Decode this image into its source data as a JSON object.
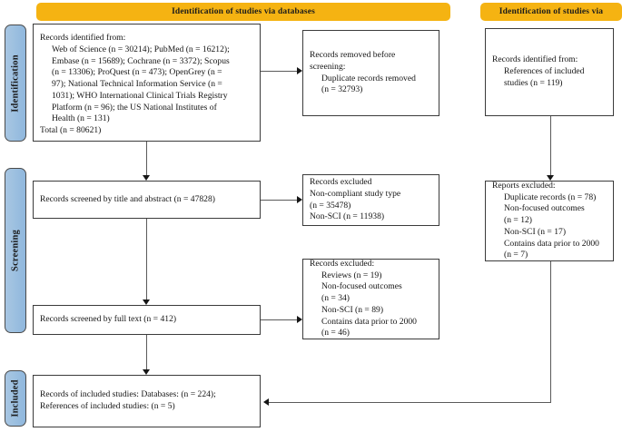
{
  "diagram": {
    "title": "PRISMA flow diagram",
    "accent_banner_color": "#f5b312",
    "rail_color": "#9dc0e0",
    "box_border_color": "#3b3b3b"
  },
  "banners": [
    {
      "id": "databases",
      "label": "Identification of studies via databases"
    },
    {
      "id": "other",
      "label": "Identification of studies via"
    }
  ],
  "rails": [
    {
      "id": "identification",
      "label": "Identification"
    },
    {
      "id": "screening",
      "label": "Screening"
    },
    {
      "id": "included",
      "label": "Included"
    }
  ],
  "boxes": {
    "identified_databases": {
      "name": "records-identified-databases",
      "lines": [
        "Records identified from:",
        "Web of Science (n = 30214); PubMed (n = 16212);",
        "Embase (n = 15689); Cochrane (n = 3372); Scopus",
        "(n = 13306); ProQuest (n = 473); OpenGrey (n =",
        "97); National Technical Information Service (n =",
        "1031); WHO International Clinical Trials Registry",
        "Platform (n = 96); the US National Institutes of",
        "Health (n = 131)",
        "Total (n = 80621)"
      ]
    },
    "removed_before_screening": {
      "name": "records-removed-before-screening",
      "lines": [
        "Records removed before",
        "screening:",
        "Duplicate records removed",
        "(n = 32793)"
      ]
    },
    "identified_other": {
      "name": "records-identified-other-methods",
      "lines": [
        "Records identified from:",
        "References of included",
        "studies (n = 119)"
      ]
    },
    "screened_title_abstract": {
      "name": "records-screened-title-abstract",
      "lines": [
        "Records screened by title and abstract (n = 47828)"
      ]
    },
    "excluded_title_abstract": {
      "name": "records-excluded-title-abstract",
      "lines": [
        "Records excluded",
        "Non-compliant study type",
        "(n = 35478)",
        "Non-SCI (n = 11938)"
      ]
    },
    "reports_excluded_other": {
      "name": "reports-excluded-other-methods",
      "lines": [
        "Reports excluded:",
        "Duplicate records (n = 78)",
        "Non-focused outcomes",
        "(n = 12)",
        "Non-SCI (n = 17)",
        "Contains data prior to 2000",
        "(n = 7)"
      ]
    },
    "screened_full_text": {
      "name": "records-screened-full-text",
      "lines": [
        "Records screened by full text (n = 412)"
      ]
    },
    "excluded_full_text": {
      "name": "records-excluded-full-text",
      "lines": [
        "Records excluded:",
        "Reviews (n = 19)",
        "Non-focused outcomes",
        "(n = 34)",
        "Non-SCI (n = 89)",
        "Contains data prior to 2000",
        "(n = 46)"
      ]
    },
    "included_studies": {
      "name": "records-of-included-studies",
      "lines": [
        "Records of included studies: Databases: (n = 224);",
        "References of included studies: (n = 5)"
      ]
    }
  },
  "chart_data": {
    "type": "diagram",
    "title": "PRISMA flow diagram",
    "nodes": [
      {
        "id": "identified_databases",
        "stage": "Identification",
        "n_total": 80621,
        "sources": [
          {
            "name": "Web of Science",
            "n": 30214
          },
          {
            "name": "PubMed",
            "n": 16212
          },
          {
            "name": "Embase",
            "n": 15689
          },
          {
            "name": "Cochrane",
            "n": 3372
          },
          {
            "name": "Scopus",
            "n": 13306
          },
          {
            "name": "ProQuest",
            "n": 473
          },
          {
            "name": "OpenGrey",
            "n": 97
          },
          {
            "name": "National Technical Information Service",
            "n": 1031
          },
          {
            "name": "WHO International Clinical Trials Registry Platform",
            "n": 96
          },
          {
            "name": "the US National Institutes of Health",
            "n": 131
          }
        ]
      },
      {
        "id": "removed_before_screening",
        "stage": "Identification",
        "items": [
          {
            "name": "Duplicate records removed",
            "n": 32793
          }
        ]
      },
      {
        "id": "identified_other",
        "stage": "Identification",
        "items": [
          {
            "name": "References of included studies",
            "n": 119
          }
        ]
      },
      {
        "id": "screened_title_abstract",
        "stage": "Screening",
        "n": 47828
      },
      {
        "id": "excluded_title_abstract",
        "stage": "Screening",
        "items": [
          {
            "name": "Non-compliant study type",
            "n": 35478
          },
          {
            "name": "Non-SCI",
            "n": 11938
          }
        ]
      },
      {
        "id": "reports_excluded_other",
        "stage": "Screening",
        "items": [
          {
            "name": "Duplicate records",
            "n": 78
          },
          {
            "name": "Non-focused outcomes",
            "n": 12
          },
          {
            "name": "Non-SCI",
            "n": 17
          },
          {
            "name": "Contains data prior to 2000",
            "n": 7
          }
        ]
      },
      {
        "id": "screened_full_text",
        "stage": "Screening",
        "n": 412
      },
      {
        "id": "excluded_full_text",
        "stage": "Screening",
        "items": [
          {
            "name": "Reviews",
            "n": 19
          },
          {
            "name": "Non-focused outcomes",
            "n": 34
          },
          {
            "name": "Non-SCI",
            "n": 89
          },
          {
            "name": "Contains data prior to 2000",
            "n": 46
          }
        ]
      },
      {
        "id": "included_studies",
        "stage": "Included",
        "items": [
          {
            "name": "Databases",
            "n": 224
          },
          {
            "name": "References of included studies",
            "n": 5
          }
        ]
      }
    ],
    "edges": [
      {
        "from": "identified_databases",
        "to": "removed_before_screening"
      },
      {
        "from": "identified_databases",
        "to": "screened_title_abstract"
      },
      {
        "from": "screened_title_abstract",
        "to": "excluded_title_abstract"
      },
      {
        "from": "screened_title_abstract",
        "to": "screened_full_text"
      },
      {
        "from": "screened_full_text",
        "to": "excluded_full_text"
      },
      {
        "from": "screened_full_text",
        "to": "included_studies"
      },
      {
        "from": "identified_other",
        "to": "reports_excluded_other"
      },
      {
        "from": "reports_excluded_other",
        "to": "included_studies"
      }
    ]
  }
}
